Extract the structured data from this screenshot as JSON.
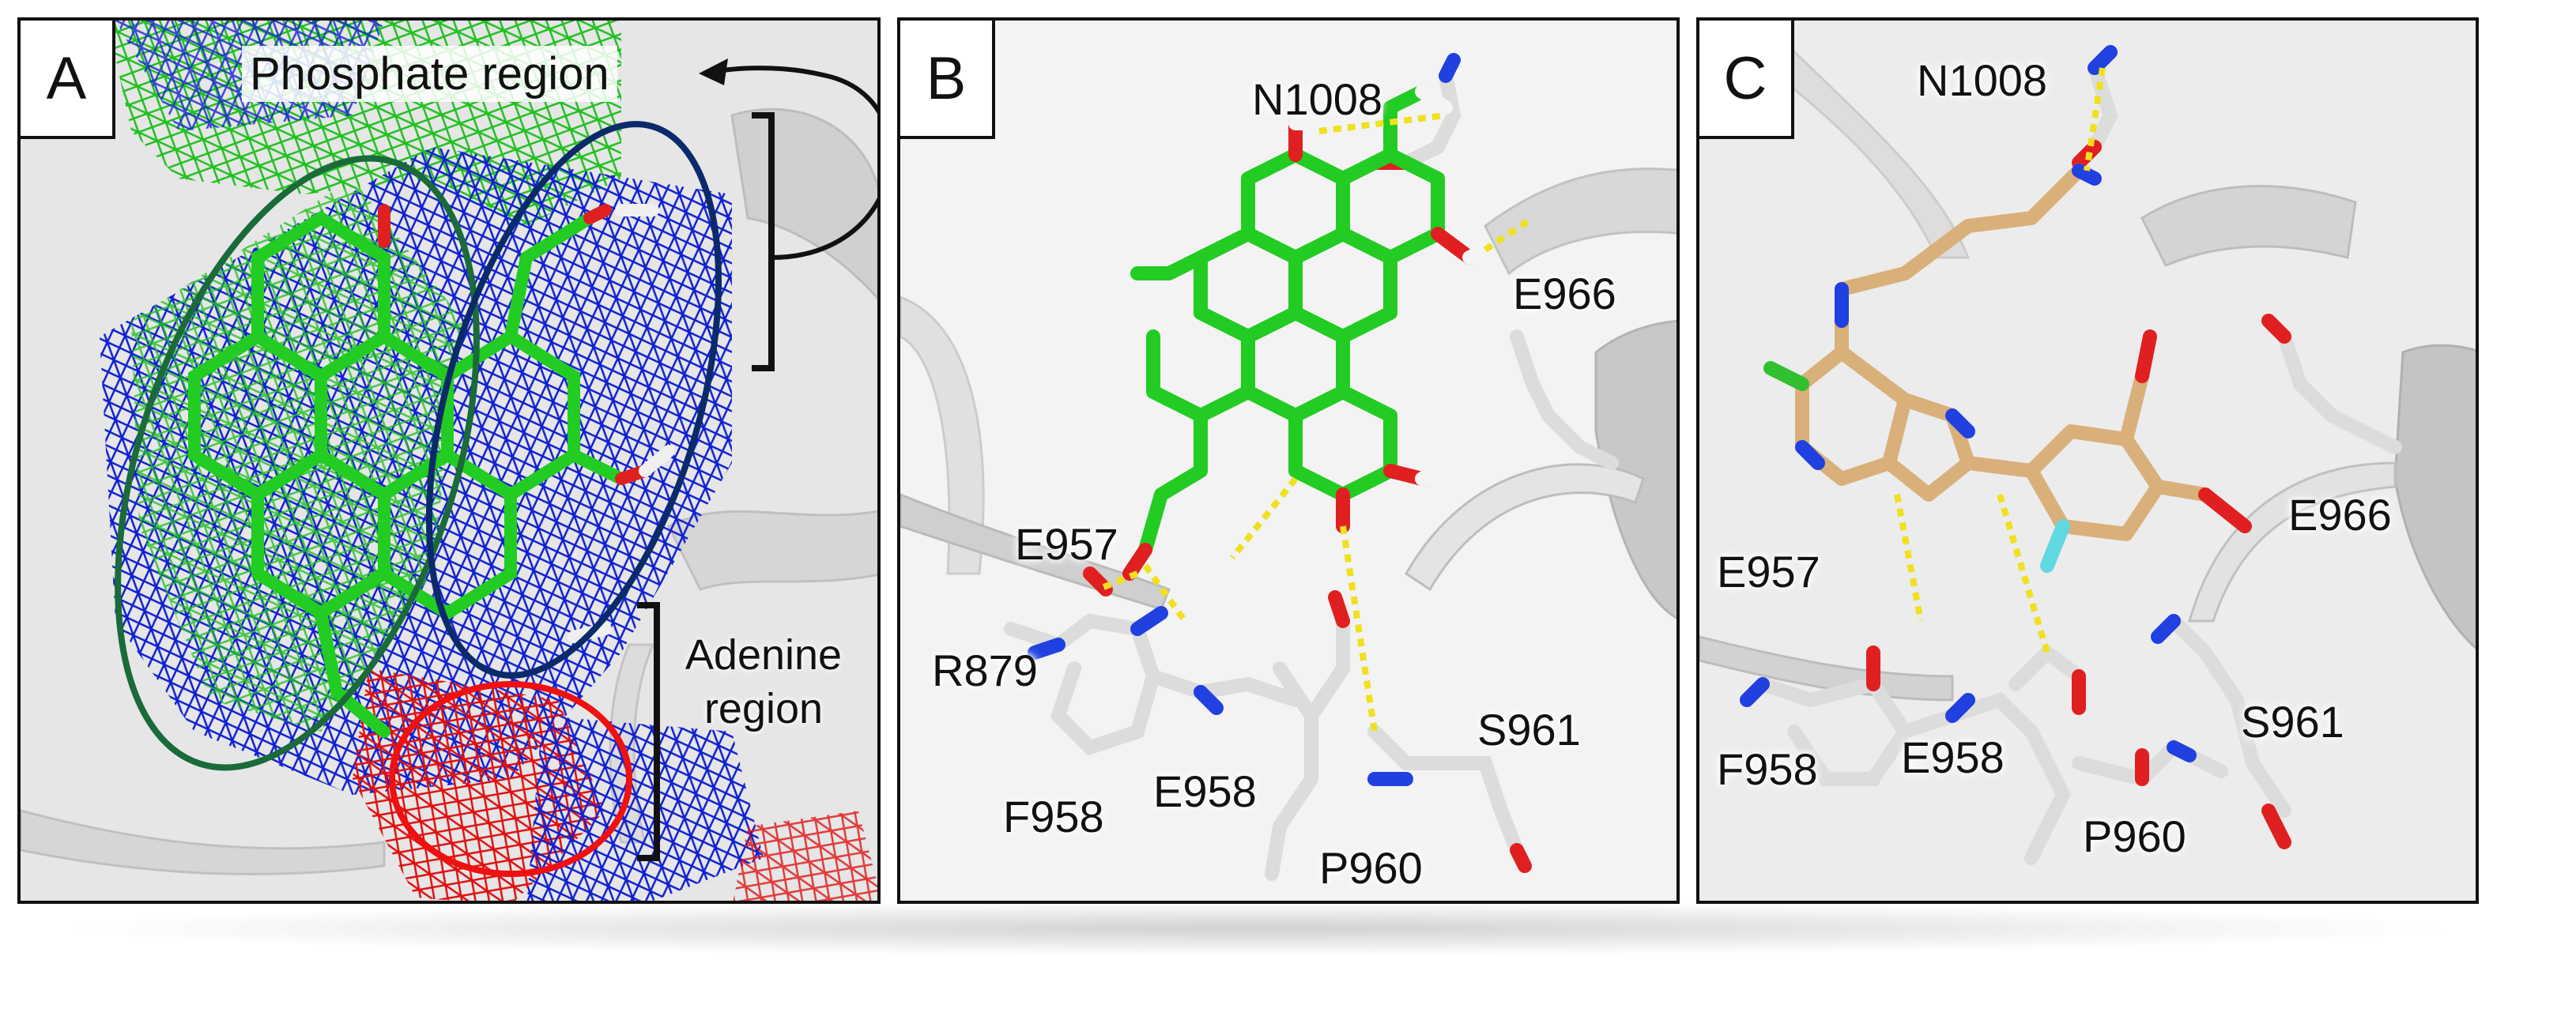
{
  "panels": {
    "a": {
      "letter": "A",
      "phosphate_label": "Phosphate region",
      "adenine_label_line1": "Adenine",
      "adenine_label_line2": "region"
    },
    "b": {
      "letter": "B",
      "residues": [
        "N1008",
        "E966",
        "E957",
        "R879",
        "F958",
        "E958",
        "S961",
        "P960"
      ]
    },
    "c": {
      "letter": "C",
      "residues": [
        "N1008",
        "E966",
        "E957",
        "F958",
        "E958",
        "S961",
        "P960"
      ]
    }
  },
  "colors": {
    "ligand_green": "#22cc22",
    "ligand_tan": "#d9b07a",
    "protein_gray": "#d8d8d8",
    "oxygen_red": "#e02020",
    "nitrogen_blue": "#2040e0",
    "fluorine_cyan": "#60d8e0",
    "chlorine_green": "#30c030",
    "hbond_yellow": "#f0e020",
    "mesh_green": "#20c020",
    "mesh_blue": "#1020d0",
    "mesh_red": "#e01010",
    "ellipse_dark_green": "#1a6a3a",
    "ellipse_navy": "#0a2a6a",
    "ellipse_red": "#f01010"
  }
}
